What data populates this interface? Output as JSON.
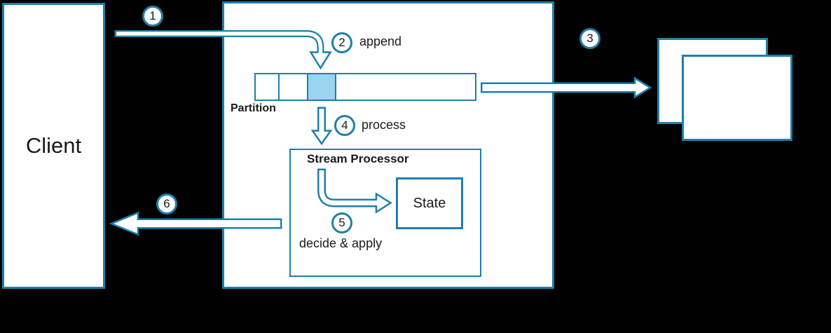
{
  "colors": {
    "accent": "#1f7fa9",
    "highlight": "#9ad4ee",
    "text": "#1a1a1a",
    "background": "#000000",
    "box_fill": "#ffffff"
  },
  "client": {
    "label": "Client"
  },
  "partition": {
    "label": "Partition",
    "segments": [
      {
        "highlighted": false
      },
      {
        "highlighted": false
      },
      {
        "highlighted": true
      },
      {
        "highlighted": false
      }
    ]
  },
  "stream_processor": {
    "label": "Stream Processor"
  },
  "state": {
    "label": "State"
  },
  "steps": [
    {
      "number": "1",
      "label": ""
    },
    {
      "number": "2",
      "label": "append"
    },
    {
      "number": "3",
      "label": ""
    },
    {
      "number": "4",
      "label": "process"
    },
    {
      "number": "5",
      "label": "decide & apply"
    },
    {
      "number": "6",
      "label": ""
    }
  ]
}
